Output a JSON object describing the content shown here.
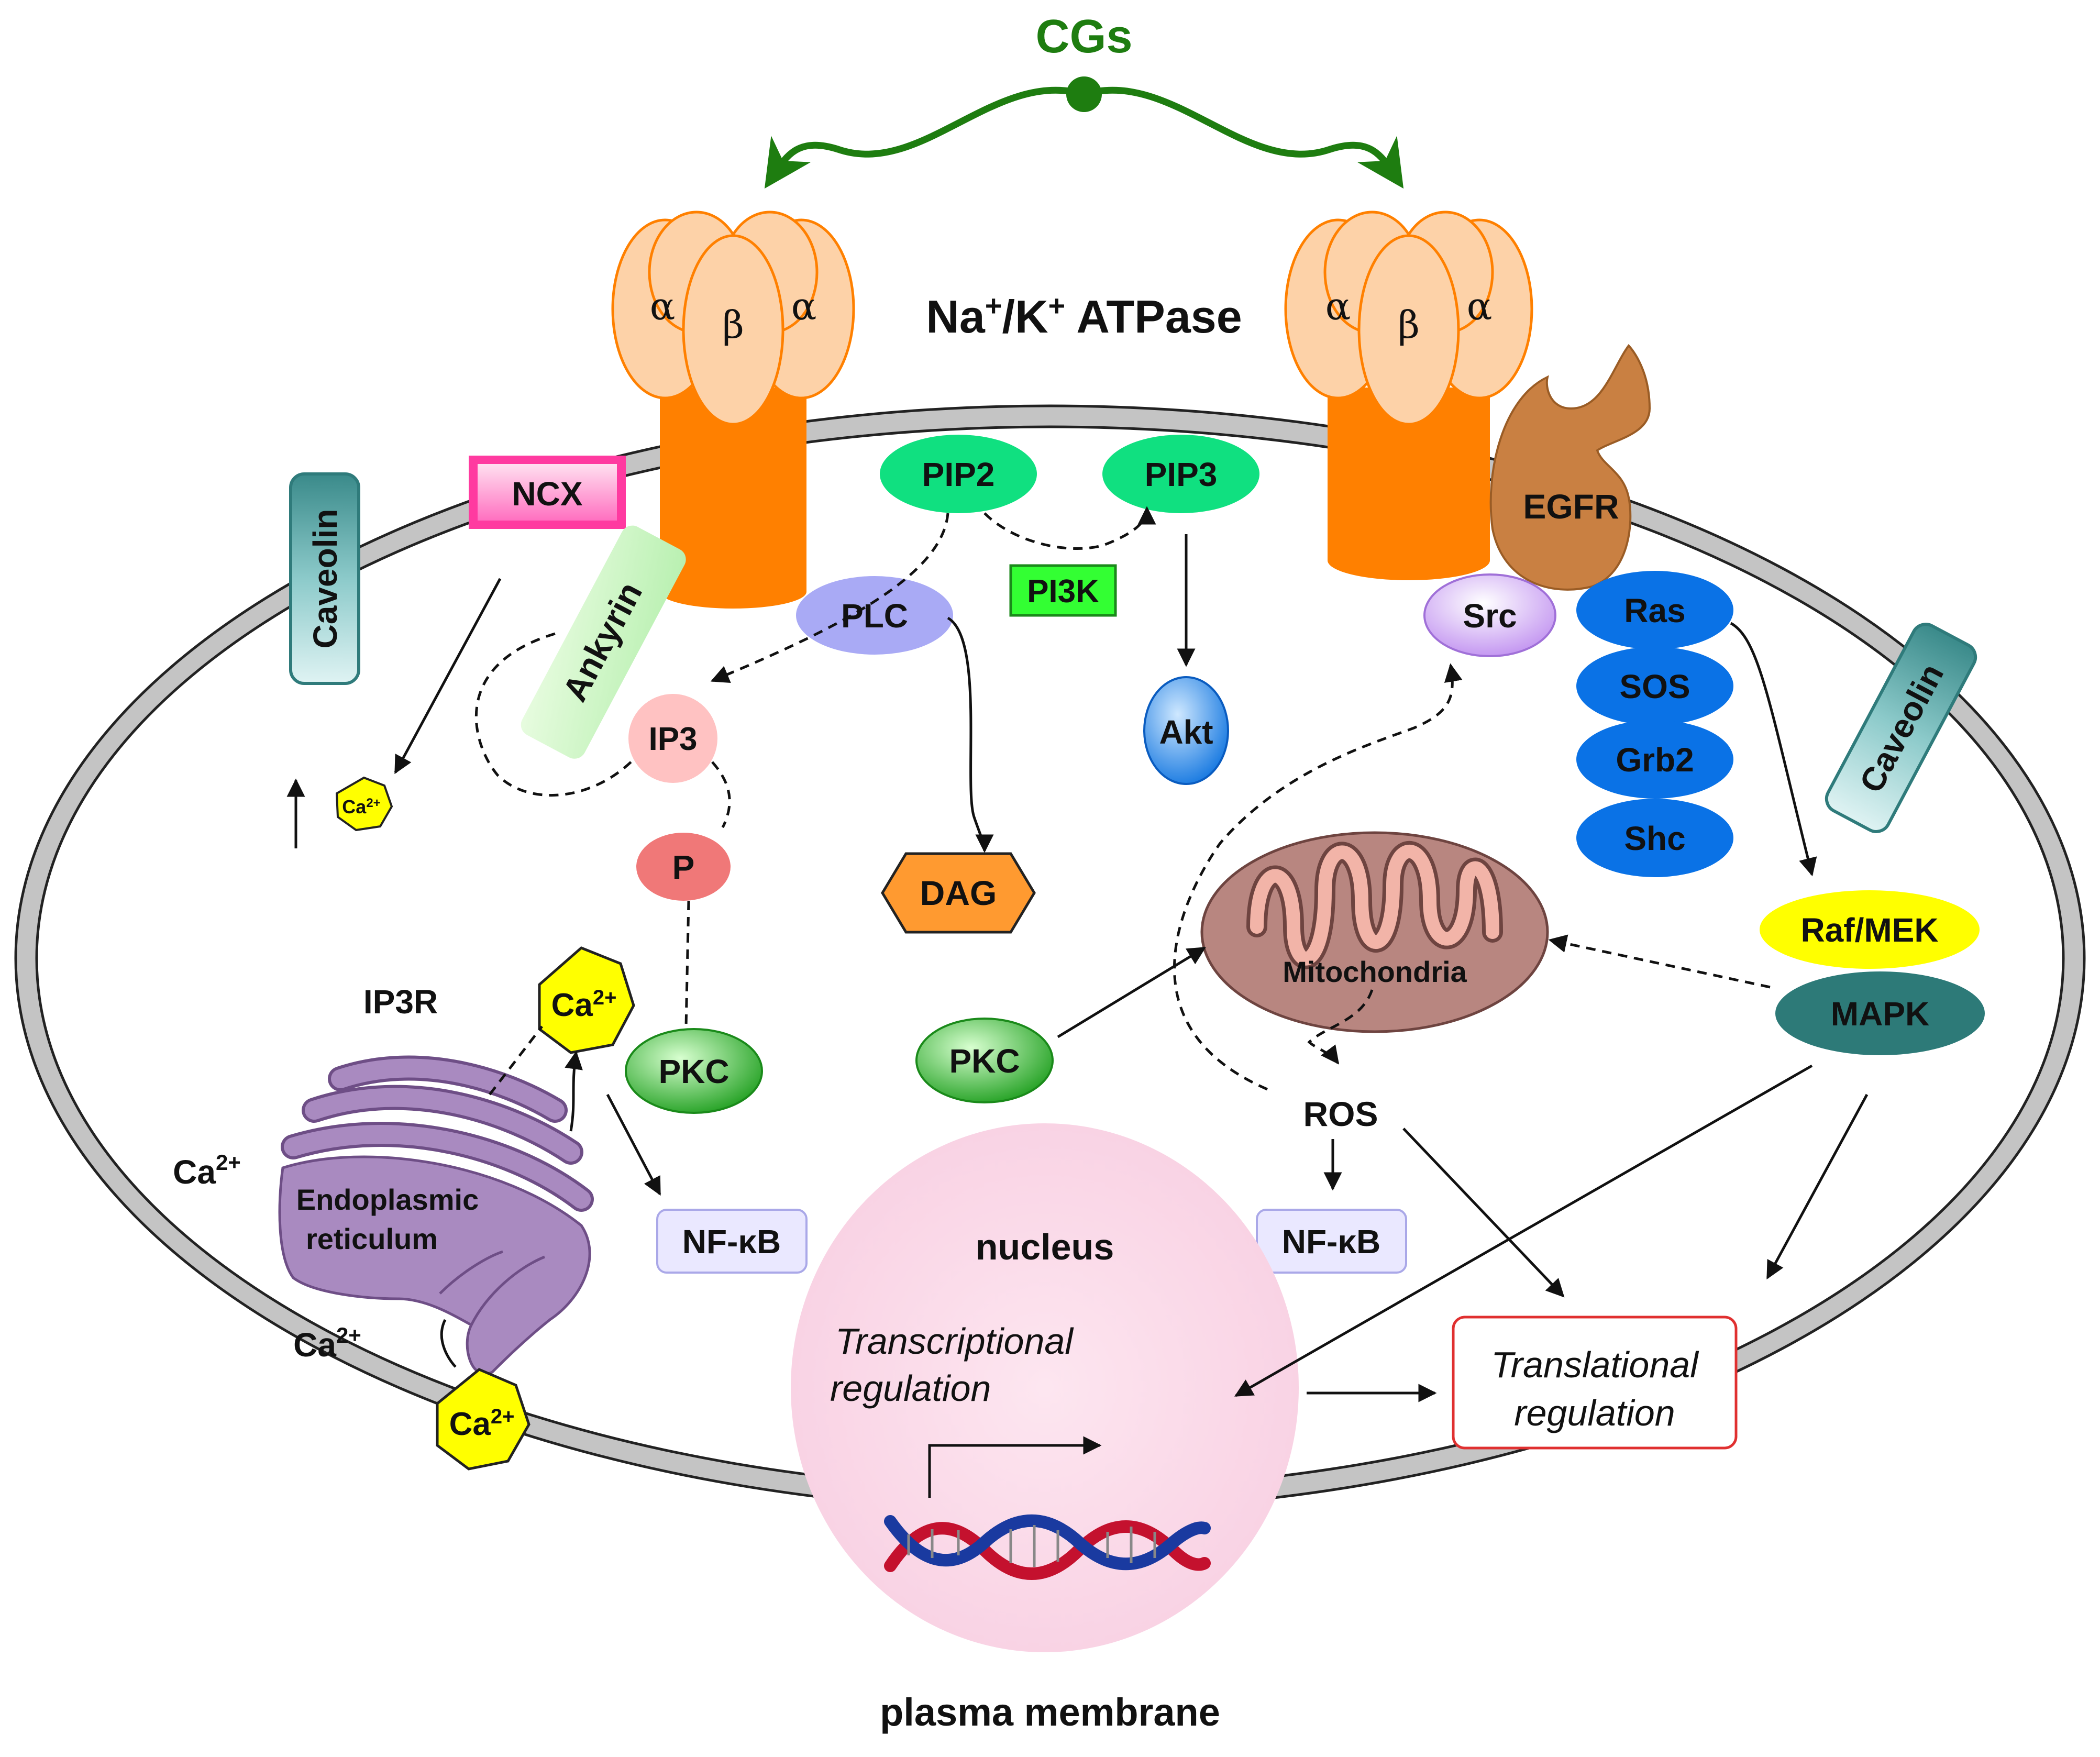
{
  "labels": {
    "cgs": "CGs",
    "na_k_atpase_pre": "Na",
    "na_k_plus1": "+",
    "na_k_mid": "/K",
    "na_k_plus2": "+",
    "na_k_post": " ATPase",
    "alpha": "α",
    "beta": "β",
    "ncx": "NCX",
    "caveolin": "Caveolin",
    "ankyrin": "Ankyrin",
    "pip2": "PIP2",
    "pip3": "PIP3",
    "pi3k": "PI3K",
    "plc": "PLC",
    "egfr": "EGFR",
    "src": "Src",
    "ras": "Ras",
    "sos": "SOS",
    "grb2": "Grb2",
    "shc": "Shc",
    "akt": "Akt",
    "ip3": "IP3",
    "p": "P",
    "dag": "DAG",
    "ip3r": "IP3R",
    "pkc": "PKC",
    "ca": "Ca",
    "ca_charge": "2+",
    "er_line1": "Endoplasmic",
    "er_line2": "reticulum",
    "nfkb": "NF-κB",
    "mitochondria": "Mitochondria",
    "ros": "ROS",
    "raf_mek": "Raf/MEK",
    "mapk": "MAPK",
    "nucleus": "nucleus",
    "transcriptional_line1": "Transcriptional",
    "transcriptional_line2": "regulation",
    "translational_line1": "Translational",
    "translational_line2": "regulation",
    "plasma_membrane": "plasma membrane"
  },
  "colors": {
    "cgs_green": "#1e7d10",
    "pump_orange": "#ff8000",
    "pump_subunit": "#fdd2a8",
    "egfr_brown": "#c98042",
    "ras_blue": "#0a72e6",
    "pip_green": "#10e080",
    "plc_lavender": "#a9aaf5",
    "pkc_green": "#28b028",
    "ca_yellow": "#ffff00",
    "er_purple": "#a98ac0",
    "mito_brown": "#b88680",
    "nucleus_pink": "#fbd8e8",
    "mapk_teal": "#2d7a78",
    "raf_yellow": "#ffff00",
    "membrane_gray": "#c0c0c0",
    "translational_red": "#e03030"
  }
}
